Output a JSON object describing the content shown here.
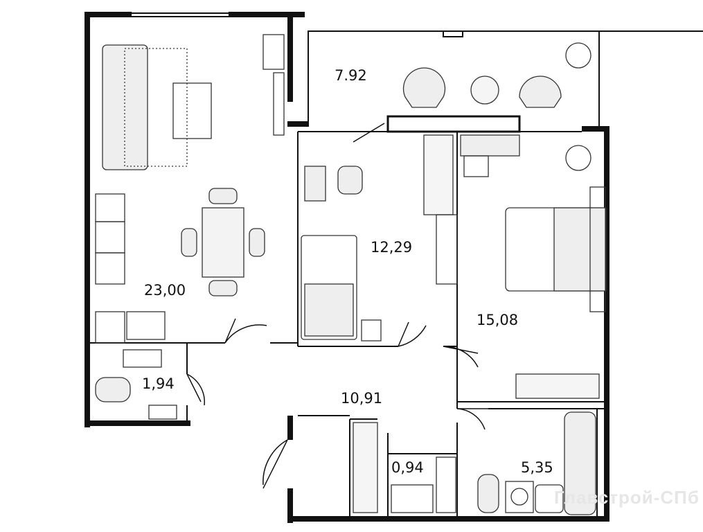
{
  "rooms": {
    "balcony": "7.92",
    "living_kitchen": "23,00",
    "bedroom_small": "12,29",
    "bedroom_large": "15,08",
    "toilet": "1,94",
    "hall": "10,91",
    "closet": "0,94",
    "bathroom": "5,35"
  },
  "watermark": "Главстрой-СПб"
}
